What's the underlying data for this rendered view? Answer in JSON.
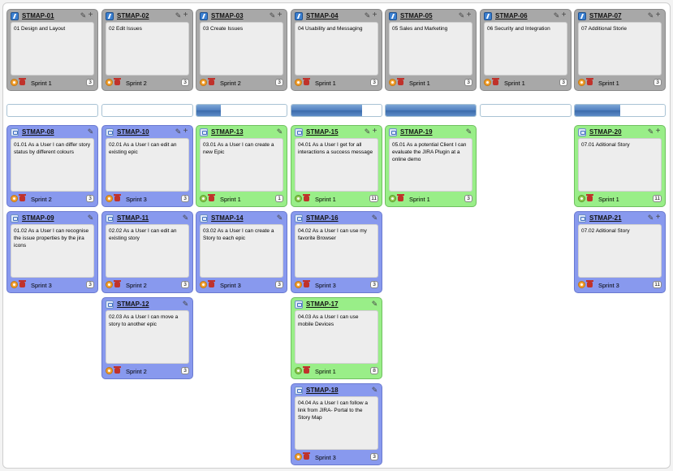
{
  "columns": [
    {
      "epic": {
        "key": "STMAP-01",
        "title": "01 Design and Layout",
        "sprint": "Sprint 1",
        "points": "3"
      },
      "progress": 0,
      "stories": [
        {
          "key": "STMAP-08",
          "title": "01.01 As a User I can differ story status by different colours",
          "sprint": "Sprint 2",
          "points": "3",
          "status": "blue"
        },
        {
          "key": "STMAP-09",
          "title": "01.02 As a User I can recognise the issue properties by the jira icons",
          "sprint": "Sprint 3",
          "points": "3",
          "status": "blue"
        }
      ]
    },
    {
      "epic": {
        "key": "STMAP-02",
        "title": "02 Edit Issues",
        "sprint": "Sprint 2",
        "points": "3"
      },
      "progress": 0,
      "stories": [
        {
          "key": "STMAP-10",
          "title": "02.01 As a User I can edit an existing epic",
          "sprint": "Sprint 3",
          "points": "3",
          "status": "blue",
          "add": true
        },
        {
          "key": "STMAP-11",
          "title": "02.02 As a User I can edit an existing story",
          "sprint": "Sprint 2",
          "points": "3",
          "status": "blue"
        },
        {
          "key": "STMAP-12",
          "title": "02.03 As a User I can move a story to another epic",
          "sprint": "Sprint 2",
          "points": "3",
          "status": "blue"
        }
      ]
    },
    {
      "epic": {
        "key": "STMAP-03",
        "title": "03 Create Issues",
        "sprint": "Sprint 2",
        "points": "3"
      },
      "progress": 0.27,
      "stories": [
        {
          "key": "STMAP-13",
          "title": "03.01 As a User I can create a new Epic",
          "sprint": "Sprint 1",
          "points": "1",
          "status": "green"
        },
        {
          "key": "STMAP-14",
          "title": "03.02 As a User I can create a Story to each epic",
          "sprint": "Sprint 3",
          "points": "3",
          "status": "blue"
        }
      ]
    },
    {
      "epic": {
        "key": "STMAP-04",
        "title": "04 Usability and Messaging",
        "sprint": "Sprint 1",
        "points": "3"
      },
      "progress": 0.78,
      "stories": [
        {
          "key": "STMAP-15",
          "title": "04.01 As a User I get for all interactions a success message",
          "sprint": "Sprint 1",
          "points": "11",
          "status": "green",
          "add": true
        },
        {
          "key": "STMAP-16",
          "title": "04.02 As a User I can use my favorite Browser",
          "sprint": "Sprint 3",
          "points": "3",
          "status": "blue"
        },
        {
          "key": "STMAP-17",
          "title": "04.03 As a User I can use mobile Devices",
          "sprint": "Sprint 1",
          "points": "8",
          "status": "green"
        },
        {
          "key": "STMAP-18",
          "title": "04.04 As a User I can follow a link from JIRA- Portal to the Story Map",
          "sprint": "Sprint 3",
          "points": "3",
          "status": "blue"
        }
      ]
    },
    {
      "epic": {
        "key": "STMAP-05",
        "title": "05 Sales and Marketing",
        "sprint": "Sprint 1",
        "points": "3"
      },
      "progress": 1.0,
      "stories": [
        {
          "key": "STMAP-19",
          "title": "05.01 As a potential Client I can evaluate the JIRA Plugin at a online demo",
          "sprint": "Sprint 1",
          "points": "3",
          "status": "green"
        }
      ]
    },
    {
      "epic": {
        "key": "STMAP-06",
        "title": "06 Security and Integration",
        "sprint": "Sprint 1",
        "points": "3"
      },
      "progress": 0,
      "stories": []
    },
    {
      "epic": {
        "key": "STMAP-07",
        "title": "07 Additional Storie",
        "sprint": "Sprint 1",
        "points": "3"
      },
      "progress": 0.5,
      "stories": [
        {
          "key": "STMAP-20",
          "title": "07.01 Aditional Story",
          "sprint": "Sprint 1",
          "points": "11",
          "status": "green",
          "add": true
        },
        {
          "key": "STMAP-21",
          "title": "07.02 Aditional Story",
          "sprint": "Sprint 3",
          "points": "11",
          "status": "blue",
          "add": true
        }
      ]
    }
  ]
}
